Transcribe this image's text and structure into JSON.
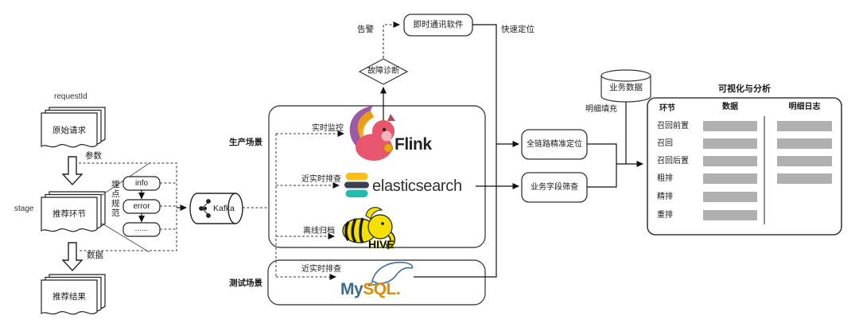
{
  "left_flow": {
    "request_id": "requestId",
    "original_request": "原始请求",
    "params": "参数",
    "stage": "stage",
    "recommend_stage": "推荐环节",
    "tracking_spec": "埋点规范",
    "levels": {
      "info": "info",
      "error": "error",
      "more": "......"
    },
    "data": "数据",
    "recommend_result": "推荐结果"
  },
  "pipeline": {
    "kafka": "Kafka",
    "production_scene": "生产场景",
    "realtime_monitor": "实时监控",
    "flink": "Flink",
    "near_realtime_check_prod": "近实时排查",
    "elasticsearch": "elasticsearch",
    "offline_archive": "离线归档",
    "hive": "HIVE",
    "test_scene": "测试场景",
    "near_realtime_check_test": "近实时排查",
    "mysql_my": "My",
    "mysql_sql": "SQL",
    "mysql_dot": "."
  },
  "alerting": {
    "fault_diagnosis": "故障诊断",
    "alert": "告警",
    "im_software": "即时通讯软件",
    "quick_locate": "快速定位"
  },
  "locating": {
    "full_link": "全链路精准定位",
    "business_field": "业务字段筛查",
    "business_data": "业务数据",
    "detail_fill": "明细填充"
  },
  "analysis": {
    "title": "可视化与分析",
    "columns": [
      "环节",
      "数据",
      "明细日志"
    ],
    "rows": [
      {
        "label": "召回前置",
        "data_bar": true,
        "log_bar": true
      },
      {
        "label": "召回",
        "data_bar": true,
        "log_bar": true
      },
      {
        "label": "召回后置",
        "data_bar": true,
        "log_bar": true
      },
      {
        "label": "粗排",
        "data_bar": true,
        "log_bar": true
      },
      {
        "label": "精排",
        "data_bar": true,
        "log_bar": false
      },
      {
        "label": "重排",
        "data_bar": true,
        "log_bar": false
      }
    ],
    "bar_color": "#b0b0b0"
  },
  "colors": {
    "flink_pink": "#e8566d",
    "flink_purple": "#9b59a8",
    "flink_orange": "#f0a30a",
    "es_yellow": "#fbbf17",
    "es_dark": "#3a4050",
    "es_teal": "#1fbcb0",
    "hive_yellow": "#f5e003",
    "mysql_blue": "#3a6a94",
    "mysql_orange": "#e08b00",
    "line": "#222222"
  }
}
